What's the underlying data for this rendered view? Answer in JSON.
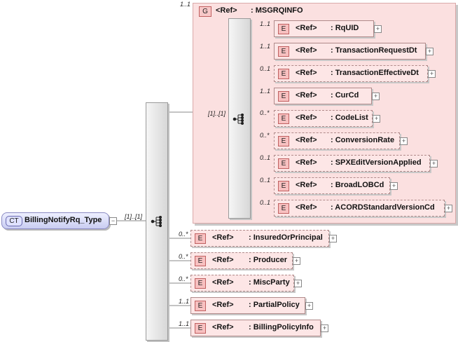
{
  "root": {
    "tag": "CT",
    "label": "BillingNotifyRq_Type",
    "expander": "−"
  },
  "root_seq_card": "[1]..[1]",
  "group": {
    "tag": "G",
    "ref": "<Ref>",
    "name": ": MSGRQINFO",
    "card": "1..1"
  },
  "group_seq_card": "[1]..[1]",
  "group_children": [
    {
      "tag": "E",
      "ref": "<Ref>",
      "name": ": RqUID",
      "card": "1..1",
      "optional": false
    },
    {
      "tag": "E",
      "ref": "<Ref>",
      "name": ": TransactionRequestDt",
      "card": "1..1",
      "optional": false
    },
    {
      "tag": "E",
      "ref": "<Ref>",
      "name": ": TransactionEffectiveDt",
      "card": "0..1",
      "optional": true
    },
    {
      "tag": "E",
      "ref": "<Ref>",
      "name": ": CurCd",
      "card": "1..1",
      "optional": false
    },
    {
      "tag": "E",
      "ref": "<Ref>",
      "name": ": CodeList",
      "card": "0..*",
      "optional": true
    },
    {
      "tag": "E",
      "ref": "<Ref>",
      "name": ": ConversionRate",
      "card": "0..*",
      "optional": true
    },
    {
      "tag": "E",
      "ref": "<Ref>",
      "name": ": SPXEditVersionApplied",
      "card": "0..1",
      "optional": true
    },
    {
      "tag": "E",
      "ref": "<Ref>",
      "name": ": BroadLOBCd",
      "card": "0..1",
      "optional": true
    },
    {
      "tag": "E",
      "ref": "<Ref>",
      "name": ": ACORDStandardVersionCd",
      "card": "0..1",
      "optional": true
    }
  ],
  "root_children": [
    {
      "tag": "E",
      "ref": "<Ref>",
      "name": ": InsuredOrPrincipal",
      "card": "0..*",
      "optional": true
    },
    {
      "tag": "E",
      "ref": "<Ref>",
      "name": ": Producer",
      "card": "0..*",
      "optional": true
    },
    {
      "tag": "E",
      "ref": "<Ref>",
      "name": ": MiscParty",
      "card": "0..*",
      "optional": true
    },
    {
      "tag": "E",
      "ref": "<Ref>",
      "name": ": PartialPolicy",
      "card": "1..1",
      "optional": false
    },
    {
      "tag": "E",
      "ref": "<Ref>",
      "name": ": BillingPolicyInfo",
      "card": "1..1",
      "optional": false
    }
  ],
  "expander_symbol": "+"
}
